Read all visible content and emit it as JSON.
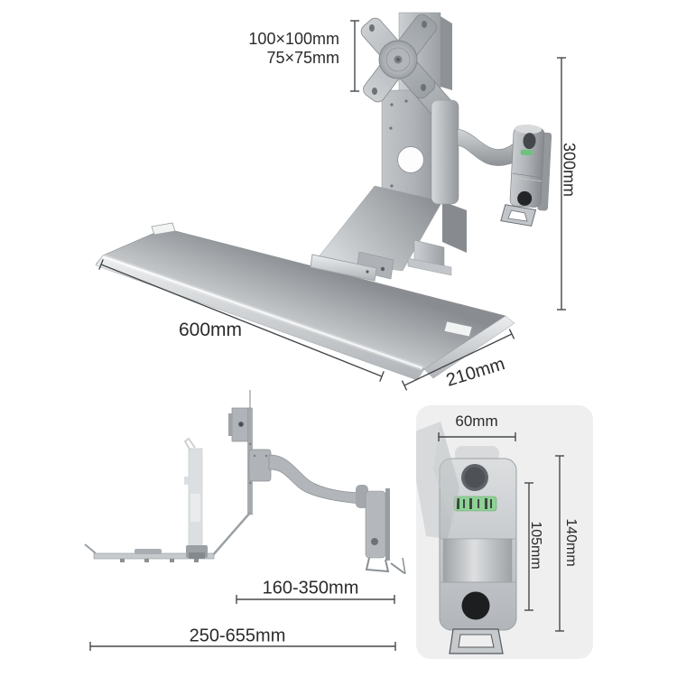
{
  "page": {
    "background": "#ffffff"
  },
  "colors": {
    "metal_light": "#d6d9db",
    "metal_mid": "#aeb3b7",
    "metal_dark": "#84888c",
    "dimension_line": "#45484b",
    "text": "#2b2b2b",
    "panel_background": "#efeff0",
    "level_green": "#8ed194",
    "hole_black": "#1c1e20"
  },
  "main_view": {
    "name": "monitor-keyboard-wall-mount-front-view",
    "dimensions": {
      "vesa_primary": "100×100mm",
      "vesa_secondary": "75×75mm",
      "bracket_height": "300mm",
      "tray_width": "600mm",
      "tray_depth": "210mm"
    }
  },
  "side_view": {
    "name": "wall-mount-side-profile",
    "dimensions": {
      "arm_extension": "160-350mm",
      "total_extension": "250-655mm"
    }
  },
  "detail_view": {
    "name": "wall-plate-detail",
    "dimensions": {
      "plate_width": "60mm",
      "hole_spacing": "105mm",
      "plate_height": "140mm"
    }
  }
}
